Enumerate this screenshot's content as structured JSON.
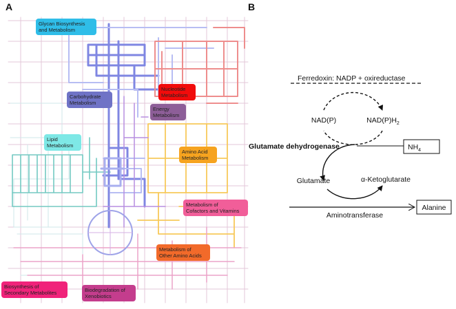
{
  "panels": {
    "a": "A",
    "b": "B"
  },
  "map_categories": [
    {
      "id": "glycan",
      "line1": "Glycan Biosynthesis",
      "line2": "and Metabolism",
      "color": "#2fbde8"
    },
    {
      "id": "nucleotide",
      "line1": "Nucleotide",
      "line2": "Metabolism",
      "color": "#f10b0b"
    },
    {
      "id": "carbohydrate",
      "line1": "Carbohydrate",
      "line2": "Metabolism",
      "color": "#6f73c6"
    },
    {
      "id": "energy",
      "line1": "Energy",
      "line2": "Metabolism",
      "color": "#8d5e98"
    },
    {
      "id": "lipid",
      "line1": "Lipid",
      "line2": "Metabolism",
      "color": "#7ee8e6"
    },
    {
      "id": "aminoacid",
      "line1": "Amino Acid",
      "line2": "Metabolism",
      "color": "#f6a31f"
    },
    {
      "id": "cofactors",
      "line1": "Metabolism of",
      "line2": "Cofactors and Vitamins",
      "color": "#f15e99"
    },
    {
      "id": "otheraa",
      "line1": "Metabolism of",
      "line2": "Other Amino Acids",
      "color": "#f26a2a"
    },
    {
      "id": "secondary",
      "line1": "Biosynthesis of",
      "line2": "Secondary Metabolites",
      "color": "#f0237a"
    },
    {
      "id": "xenobiotics",
      "line1": "Biodegradation of",
      "line2": "Xenobiotics",
      "color": "#c43d8d"
    }
  ],
  "diagram": {
    "ferredoxin": "Ferredoxin: NADP + oxireductase",
    "nadp": "NAD(P)",
    "nadph_base": "NAD(P)H",
    "nadph_sub": "2",
    "gdh": "Glutamate dehydrogenase",
    "nh_base": "NH",
    "nh_sub": "4",
    "glutamate": "Glutamate",
    "akg": "α-Ketoglutarate",
    "aminotransferase": "Aminotransferase",
    "alanine": "Alanine"
  }
}
